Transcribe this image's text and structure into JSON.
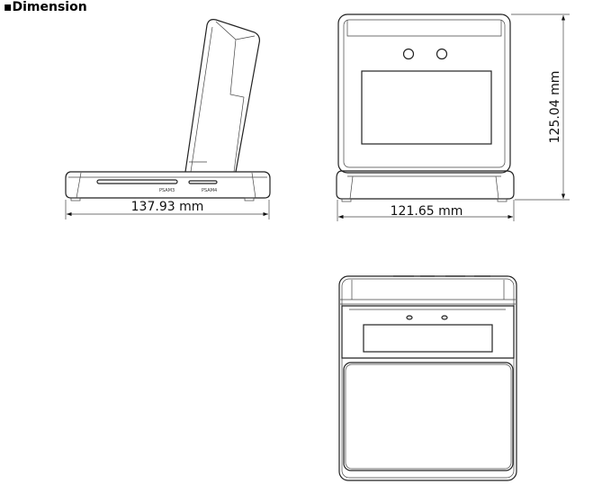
{
  "section": {
    "bullet": "▪",
    "title": "Dimension"
  },
  "side_view": {
    "width_label": "137.93 mm",
    "slot_labels": [
      "PSAM3",
      "PSAM4"
    ]
  },
  "front_view": {
    "width_label": "121.65 mm",
    "height_label": "125.04 mm"
  },
  "top_view": {}
}
